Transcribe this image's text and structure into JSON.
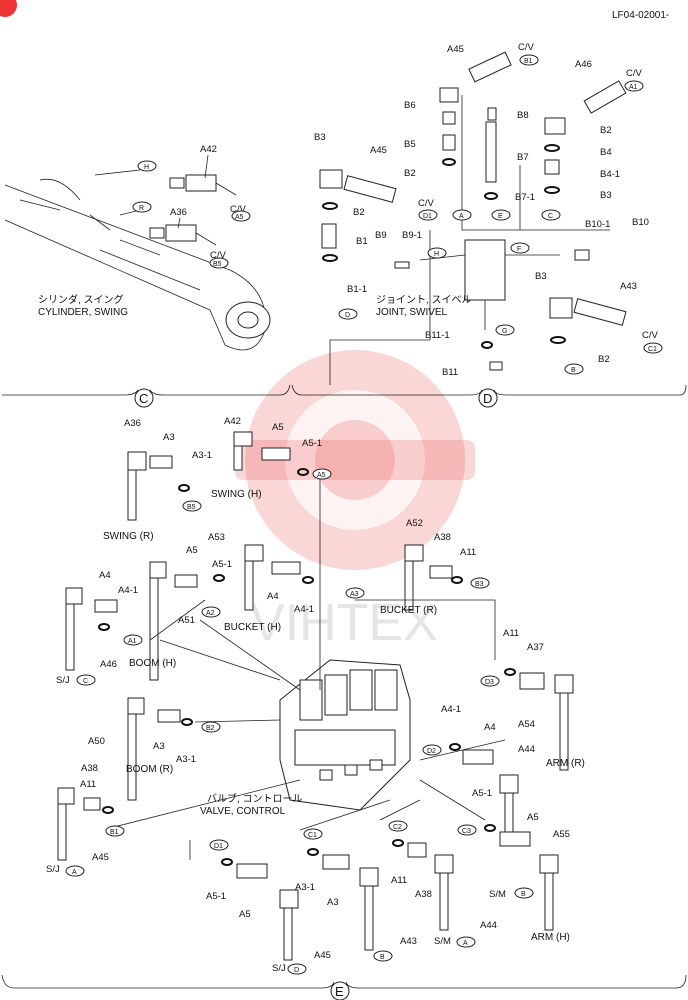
{
  "page_number": "LF04-02001-",
  "watermark_text": "VIHTEX",
  "sections": {
    "C": "C",
    "D": "D",
    "E": "E"
  },
  "captions": {
    "cylinder_jp": "シリンダ, スイング",
    "cylinder_en": "CYLINDER, SWING",
    "joint_jp": "ジョイント, スイベル",
    "joint_en": "JOINT, SWIVEL",
    "valve_jp": "バルブ, コントロール",
    "valve_en": "VALVE, CONTROL"
  },
  "sectionC": {
    "labels": [
      "A42",
      "C/V",
      "A36",
      "C/V"
    ],
    "ovals": [
      "H",
      "R",
      "A5",
      "B5"
    ]
  },
  "sectionD": {
    "labels": [
      "A45",
      "C/V",
      "A46",
      "C/V",
      "B6",
      "B8",
      "B3",
      "B5",
      "B2",
      "B4",
      "B7",
      "B4-1",
      "B3",
      "A45",
      "B2",
      "C/V",
      "B2",
      "B7-1",
      "B10-1",
      "B10",
      "B1",
      "B9",
      "B9-1",
      "B1-1",
      "B3",
      "A43",
      "B11-1",
      "C/V",
      "B2",
      "B11"
    ],
    "ovals": [
      "B1",
      "A1",
      "D1",
      "A",
      "E",
      "C",
      "F",
      "H",
      "D",
      "G",
      "C1",
      "B"
    ]
  },
  "sectionE": {
    "labels": [
      "A36",
      "A3",
      "A42",
      "A5",
      "A3-1",
      "A5-1",
      "SWING (H)",
      "SWING (R)",
      "A53",
      "A52",
      "A38",
      "A11",
      "A5",
      "A5-1",
      "A4",
      "A4-1",
      "BUCKET (H)",
      "BUCKET (R)",
      "A4",
      "A4-1",
      "A51",
      "BOOM (H)",
      "A46",
      "S/J",
      "A11",
      "A37",
      "A54",
      "ARM (R)",
      "A50",
      "BOOM (R)",
      "A3",
      "A3-1",
      "A4-1",
      "A4",
      "A44",
      "A38",
      "A11",
      "A5-1",
      "A5",
      "A55",
      "S/J",
      "A45",
      "S/M",
      "ARM (H)",
      "A5-1",
      "A3-1",
      "A3",
      "A11",
      "A38",
      "A5",
      "A45",
      "A43",
      "S/M",
      "A44",
      "S/J"
    ],
    "ovals": [
      "B5",
      "A5",
      "A3",
      "A2",
      "B3",
      "A1",
      "C",
      "D3",
      "B2",
      "D2",
      "B1",
      "A",
      "C3",
      "B",
      "D1",
      "C1",
      "C2",
      "A",
      "D",
      "B"
    ]
  }
}
